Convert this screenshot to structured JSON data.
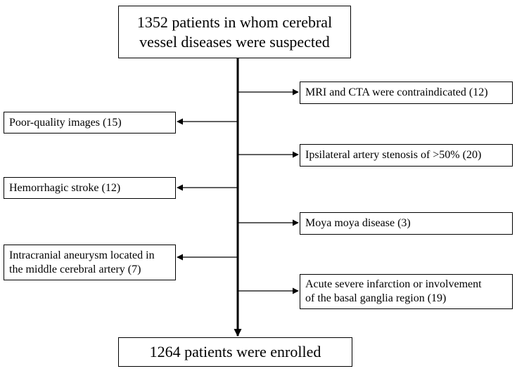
{
  "flow": {
    "start": {
      "line1": "1352 patients in whom cerebral",
      "line2": "vessel diseases were suspected"
    },
    "exclusions_right": [
      {
        "line1": "MRI and CTA were contraindicated (12)"
      },
      {
        "line1": "Ipsilateral artery stenosis of >50% (20)"
      },
      {
        "line1": "Moya moya disease (3)"
      },
      {
        "line1": "Acute severe infarction or involvement",
        "line2": "of the basal ganglia region (19)"
      }
    ],
    "exclusions_left": [
      {
        "line1": "Poor-quality images (15)"
      },
      {
        "line1": "Hemorrhagic stroke (12)"
      },
      {
        "line1": "Intracranial aneurysm located in",
        "line2": "the middle cerebral artery (7)"
      }
    ],
    "end": {
      "line1": "1264 patients were enrolled"
    }
  }
}
